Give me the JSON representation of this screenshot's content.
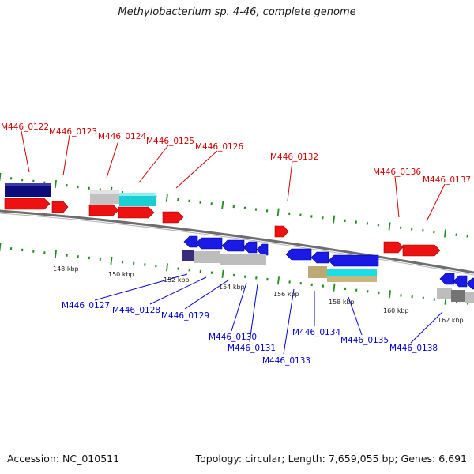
{
  "title": "Methylobacterium sp. 4-46, complete genome",
  "footer": {
    "accession": "Accession: NC_010511",
    "summary": "Topology: circular; Length: 7,659,055 bp; Genes: 6,691"
  },
  "colors": {
    "forward": "#ee1111",
    "reverse": "#1a1ae6",
    "label_forward": "#d10000",
    "label_reverse": "#0000cc",
    "backbone": "#6e6e6e",
    "ticks": "#1e8c1e"
  },
  "forward_labels": [
    "M446_0122",
    "M446_0123",
    "M446_0124",
    "M446_0125",
    "M446_0126",
    "M446_0132",
    "M446_0136",
    "M446_0137"
  ],
  "reverse_labels": [
    "M446_0127",
    "M446_0128",
    "M446_0129",
    "M446_0130",
    "M446_0131",
    "M446_0133",
    "M446_0134",
    "M446_0135",
    "M446_0138"
  ],
  "kbp_labels": [
    "148 kbp",
    "150 kbp",
    "152 kbp",
    "154 kbp",
    "156 kbp",
    "158 kbp",
    "160 kbp",
    "162 kbp"
  ]
}
